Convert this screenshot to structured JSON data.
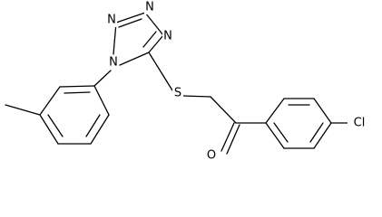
{
  "diagram": {
    "type": "chemical-structure",
    "atom_labels": {
      "tetrazole_n1": "N",
      "tetrazole_n2": "N",
      "tetrazole_n3": "N",
      "tetrazole_n4": "N",
      "thioether_s": "S",
      "ketone_o": "O",
      "aryl_cl": "Cl"
    }
  }
}
